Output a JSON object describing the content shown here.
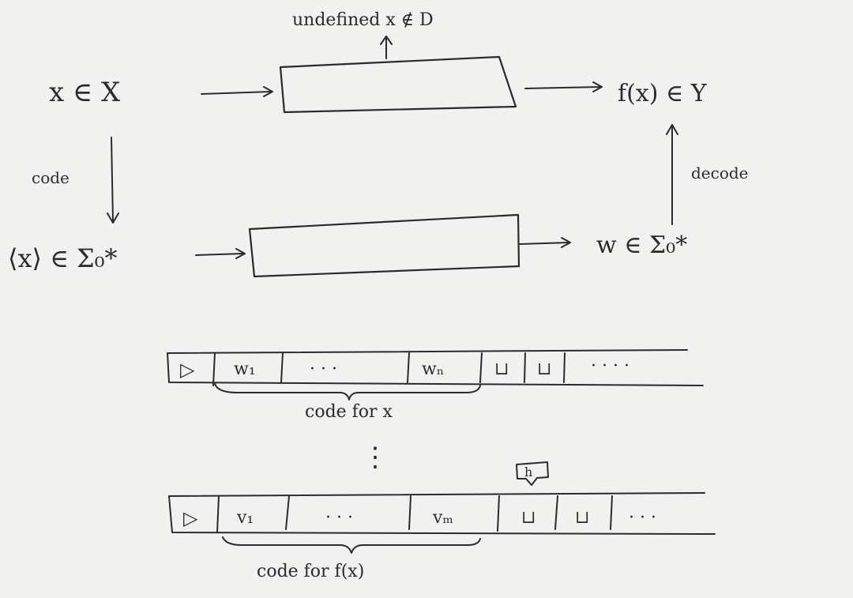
{
  "top_box": {
    "input_label": "x ∈ X",
    "output_label": "f(x) ∈ Y",
    "undefined_label": "undefined  x ∉ D"
  },
  "bottom_box": {
    "input_label": "⟨x⟩ ∈ Σ₀*",
    "output_label": "w ∈ Σ₀*"
  },
  "arrows": {
    "code_label": "code",
    "decode_label": "decode"
  },
  "tape_input": {
    "cells": [
      "▷",
      "w₁",
      "· · ·",
      "wₙ",
      "⊔",
      "⊔",
      "· · · ·"
    ],
    "brace_label": "code for x"
  },
  "vertical_dots": "⋮",
  "head_label": "h",
  "tape_output": {
    "cells": [
      "▷",
      "v₁",
      "· · ·",
      "vₘ",
      "⊔",
      "⊔",
      "· · ·"
    ],
    "brace_label": "code  for f(x)"
  }
}
